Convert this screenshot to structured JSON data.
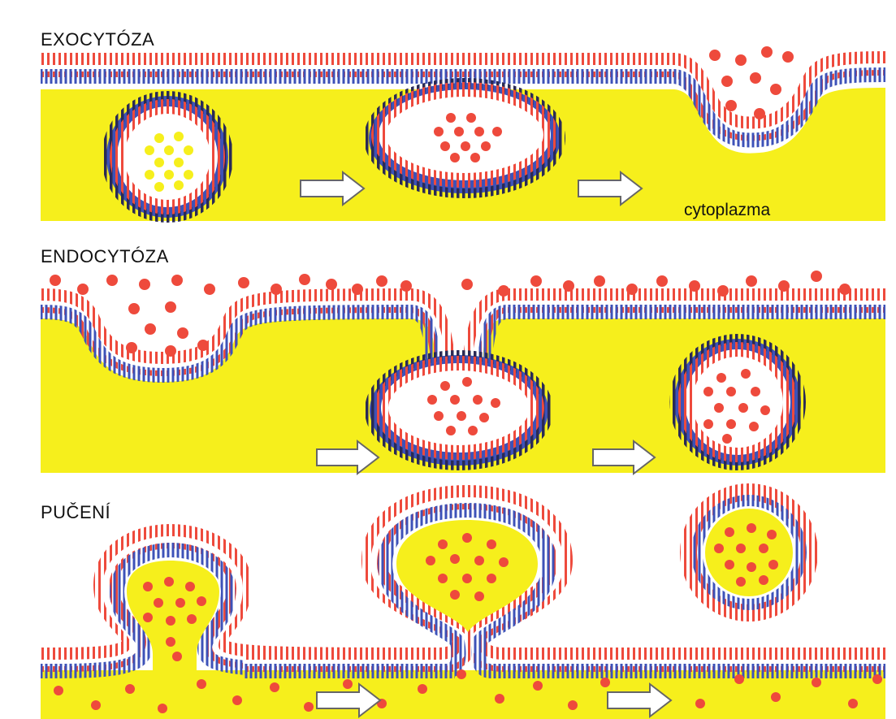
{
  "labels": {
    "exocytosis": "EXOCYTÓZA",
    "endocytosis": "ENDOCYTÓZA",
    "budding": "PUČENÍ",
    "cytoplasm": "cytoplazma"
  },
  "colors": {
    "cytoplasm": "#f6ef1c",
    "lipid_head_outer": "#ee4a3c",
    "lipid_tail": "#3d52b8",
    "lipid_head_dark": "#2a2a55",
    "content_particle": "#ee4a3c",
    "content_particle_yellow": "#f6ef1c",
    "arrow_fill": "#ffffff",
    "arrow_stroke": "#666666",
    "background": "#ffffff"
  }
}
